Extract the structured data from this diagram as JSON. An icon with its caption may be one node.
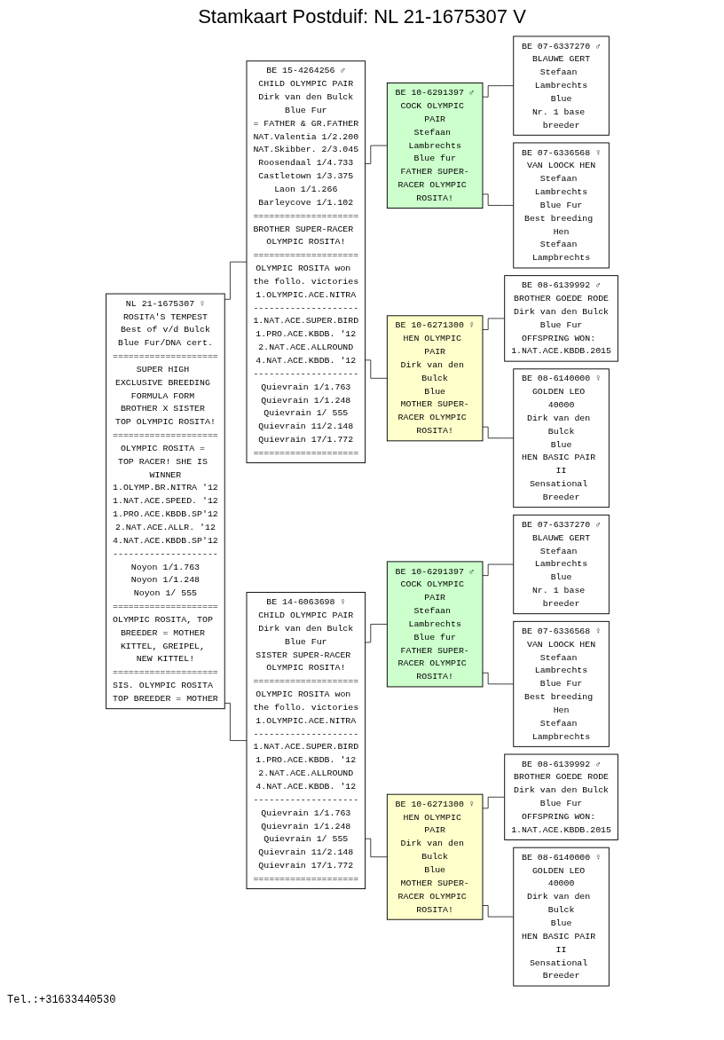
{
  "diagram": {
    "title": "Stamkaart Postduif: NL 21-1675307 V",
    "nodes": [
      {
        "text": [
          "NL 21-1675307 ♀",
          "ROSITA'S TEMPEST",
          "Best of v/d Bulck",
          "Blue Fur/DNA cert.",
          "====================",
          "SUPER HIGH EXCLUSIVE BREEDING FORMULA FORM BROTHER X SISTER TOP OLYMPIC ROSITA!",
          "====================",
          "OLYMPIC ROSITA = TOP RACER! SHE IS WINNER",
          "1.OLYMP.BR.NITRA '12",
          "1.NAT.ACE.SPEED. '12",
          "1.PRO.ACE.KBDB.SP'12",
          "2.NAT.ACE.ALLR. '12",
          "4.NAT.ACE.KBDB.SP'12",
          "--------------------",
          "Noyon 1/1.763",
          "Noyon 1/1.248",
          "Noyon 1/ 555",
          "====================",
          "OLYMPIC ROSITA, TOP BREEDER = MOTHER KITTEL, GREIPEL, NEW KITTEL!",
          "====================",
          "SIS. OLYMPIC ROSITA TOP BREEDER = MOTHER"
        ]
      },
      {
        "text": [
          "BE 15-4264256 ♂",
          "CHILD OLYMPIC PAIR",
          "Dirk van den Bulck",
          "Blue Fur",
          "= FATHER & GR.FATHER",
          "NAT.Valentia 1/2.200",
          "NAT.Skibber. 2/3.045",
          "Roosendaal 1/4.733",
          "Castletown 1/3.375",
          "Laon 1/1.266",
          "Barleycove 1/1.102",
          "====================",
          "BROTHER SUPER-RACER OLYMPIC ROSITA!",
          "====================",
          "OLYMPIC ROSITA won the follo. victories",
          "1.OLYMPIC.ACE.NITRA",
          "--------------------",
          "1.NAT.ACE.SUPER.BIRD",
          "1.PRO.ACE.KBDB. '12",
          "2.NAT.ACE.ALLROUND",
          "4.NAT.ACE.KBDB. '12",
          "--------------------",
          "Quievrain 1/1.763",
          "Quievrain 1/1.248",
          "Quievrain 1/ 555",
          "Quievrain 11/2.148",
          "Quievrain 17/1.772",
          "===================="
        ]
      },
      {
        "text": [
          "BE 14-6063698 ♀",
          "CHILD OLYMPIC PAIR",
          "Dirk van den Bulck",
          "Blue Fur",
          "SISTER SUPER-RACER OLYMPIC ROSITA!",
          "====================",
          "OLYMPIC ROSITA won the follo. victories",
          "1.OLYMPIC.ACE.NITRA",
          "--------------------",
          "1.NAT.ACE.SUPER.BIRD",
          "1.PRO.ACE.KBDB. '12",
          "2.NAT.ACE.ALLROUND",
          "4.NAT.ACE.KBDB. '12",
          "--------------------",
          "Quievrain 1/1.763",
          "Quievrain 1/1.248",
          "Quievrain 1/ 555",
          "Quievrain 11/2.148",
          "Quievrain 17/1.772",
          "===================="
        ]
      },
      {
        "text": [
          "BE 10-6291397 ♂",
          "COCK OLYMPIC PAIR",
          "Stefaan Lambrechts",
          "Blue fur",
          "FATHER SUPER-RACER OLYMPIC ROSITA!"
        ]
      },
      {
        "text": [
          "BE 10-6271300 ♀",
          "HEN OLYMPIC PAIR",
          "Dirk van den Bulck",
          "Blue",
          "MOTHER SUPER-RACER OLYMPIC ROSITA!"
        ]
      },
      {
        "text": [
          "BE 10-6291397 ♂",
          "COCK OLYMPIC PAIR",
          "Stefaan Lambrechts",
          "Blue fur",
          "FATHER SUPER-RACER OLYMPIC ROSITA!"
        ]
      },
      {
        "text": [
          "BE 10-6271300 ♀",
          "HEN OLYMPIC PAIR",
          "Dirk van den Bulck",
          "Blue",
          "MOTHER SUPER-RACER OLYMPIC ROSITA!"
        ]
      },
      {
        "text": [
          "BE 07-6337270 ♂",
          "BLAUWE GERT",
          "Stefaan Lambrechts",
          "Blue",
          "Nr. 1 base breeder"
        ]
      },
      {
        "text": [
          "BE 07-6336568 ♀",
          "VAN LOOCK HEN",
          "Stefaan Lambrechts",
          "Blue Fur",
          "Best breeding Hen",
          "Stefaan Lampbrechts"
        ]
      },
      {
        "text": [
          "BE 08-6139992 ♂",
          "BROTHER GOEDE RODE",
          "Dirk van den Bulck",
          "Blue Fur",
          "OFFSPRING WON: 1.NAT.ACE.KBDB.2015"
        ]
      },
      {
        "text": [
          "BE 08-6140000 ♀",
          "GOLDEN LEO 40000",
          "Dirk van den Bulck",
          "Blue",
          "HEN BASIC PAIR II",
          "Sensational Breeder"
        ]
      },
      {
        "text": [
          "BE 07-6337270 ♂",
          "BLAUWE GERT",
          "Stefaan Lambrechts",
          "Blue",
          "Nr. 1 base breeder"
        ]
      },
      {
        "text": [
          "BE 07-6336568 ♀",
          "VAN LOOCK HEN",
          "Stefaan Lambrechts",
          "Blue Fur",
          "Best breeding Hen",
          "Stefaan Lampbrechts"
        ]
      },
      {
        "text": [
          "BE 08-6139992 ♂",
          "BROTHER GOEDE RODE",
          "Dirk van den Bulck",
          "Blue Fur",
          "OFFSPRING WON: 1.NAT.ACE.KBDB.2015"
        ]
      },
      {
        "text": [
          "BE 08-6140000 ♀",
          "GOLDEN LEO 40000",
          "Dirk van den Bulck",
          "Blue",
          "HEN BASIC PAIR II",
          "Sensational Breeder"
        ]
      }
    ],
    "edges": [
      {
        "from": 0,
        "to": 1,
        "arrow": "none"
      },
      {
        "from": 0,
        "to": 2,
        "arrow": "none"
      },
      {
        "from": 1,
        "to": 3,
        "arrow": "none"
      },
      {
        "from": 1,
        "to": 4,
        "arrow": "none"
      },
      {
        "from": 2,
        "to": 5,
        "arrow": "none"
      },
      {
        "from": 2,
        "to": 6,
        "arrow": "none"
      },
      {
        "from": 3,
        "to": 7,
        "arrow": "none"
      },
      {
        "from": 3,
        "to": 8,
        "arrow": "none"
      },
      {
        "from": 4,
        "to": 9,
        "arrow": "none"
      },
      {
        "from": 4,
        "to": 10,
        "arrow": "none"
      },
      {
        "from": 5,
        "to": 11,
        "arrow": "none"
      },
      {
        "from": 5,
        "to": 12,
        "arrow": "none"
      },
      {
        "from": 6,
        "to": 13,
        "arrow": "none"
      },
      {
        "from": 6,
        "to": 14,
        "arrow": "none"
      }
    ],
    "labels": [
      "Tel.:+31633440530"
    ]
  }
}
